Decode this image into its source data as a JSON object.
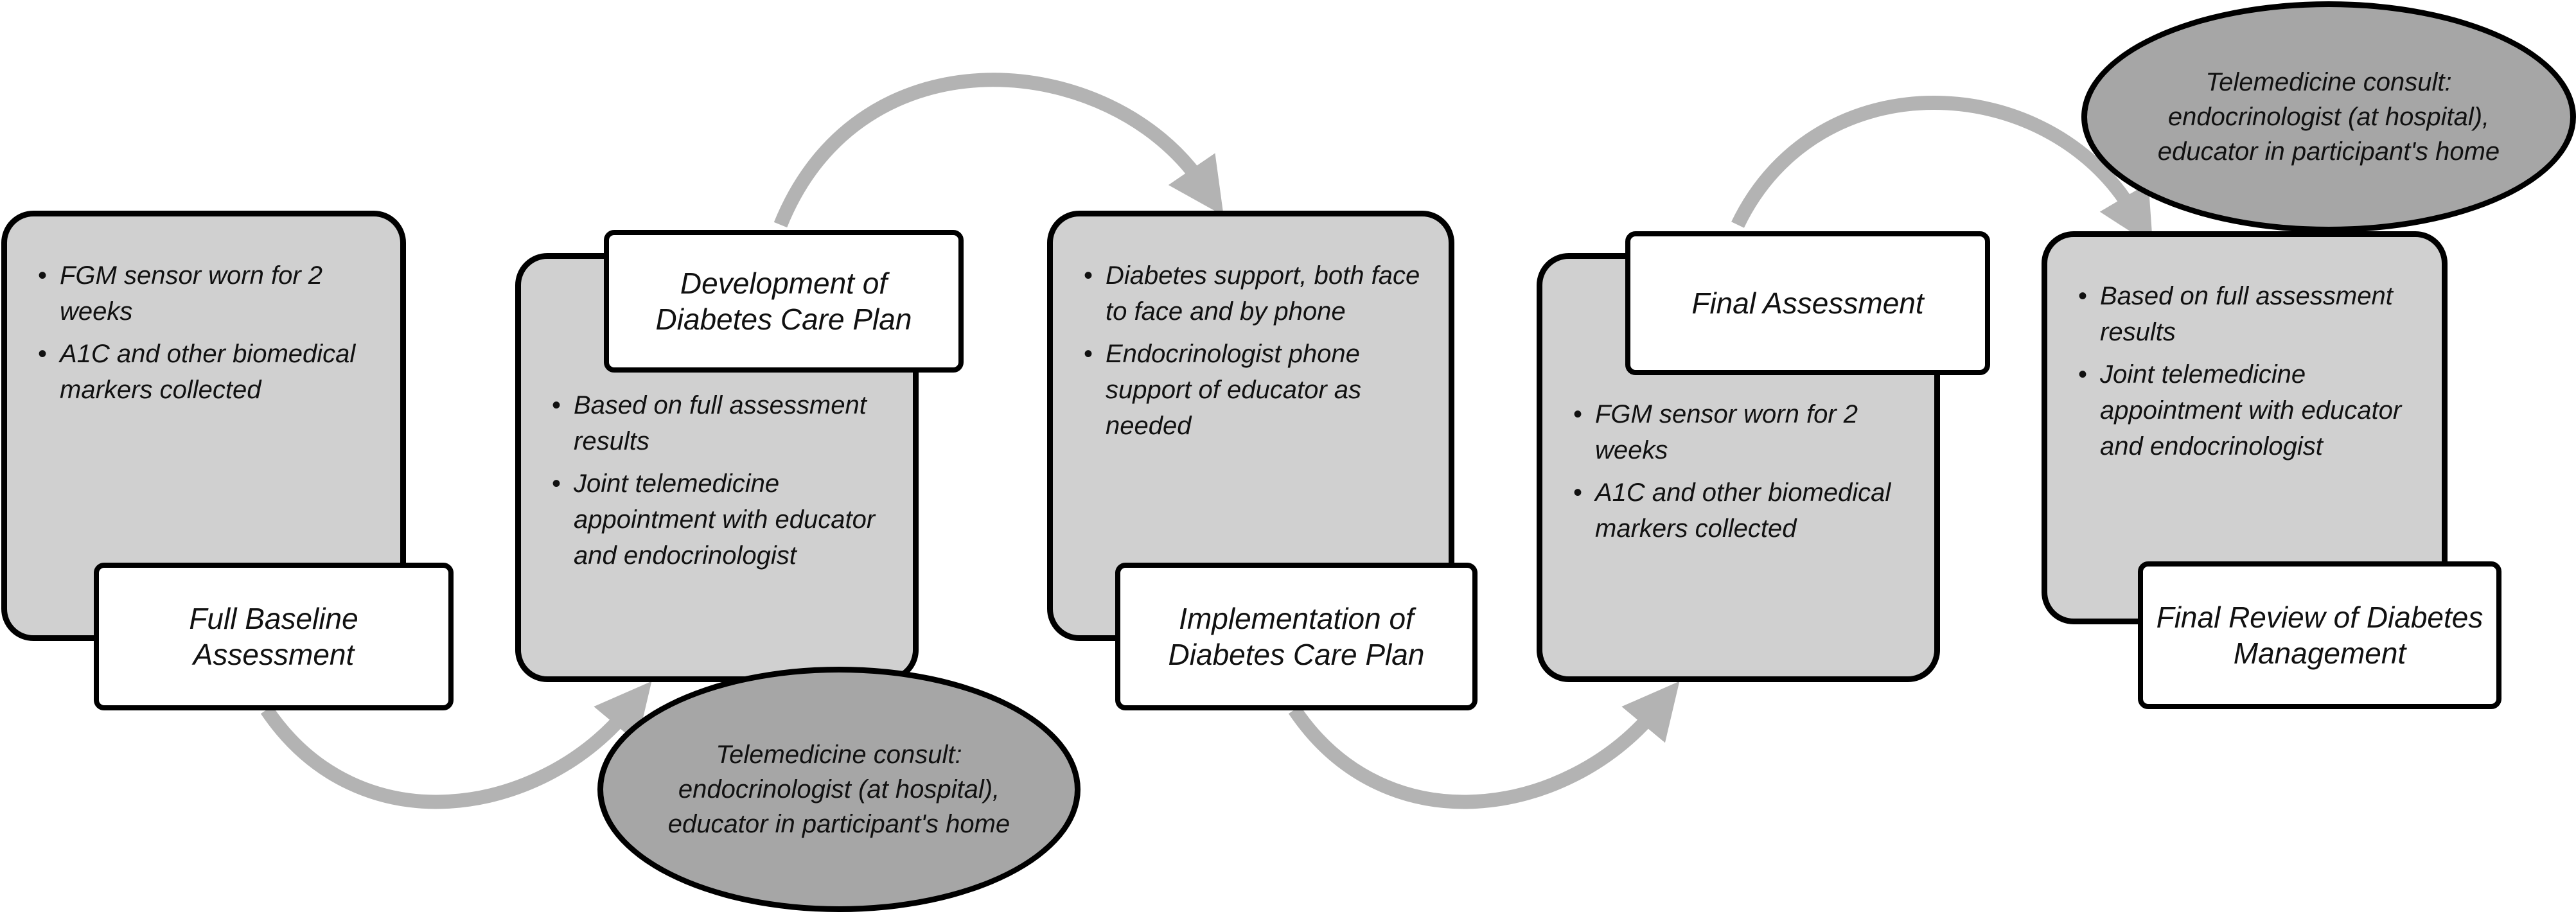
{
  "stages": [
    {
      "label": "Full Baseline Assessment",
      "bullets": [
        "FGM sensor worn for 2 weeks",
        "A1C and other biomedical markers collected"
      ]
    },
    {
      "label": "Development of Diabetes Care Plan",
      "bullets": [
        "Based on full assessment results",
        "Joint telemedicine appointment with educator and endocrinologist"
      ]
    },
    {
      "label": "Implementation of Diabetes Care Plan",
      "bullets": [
        "Diabetes support, both face to face and by phone",
        "Endocrinologist phone support of educator as needed"
      ]
    },
    {
      "label": "Final Assessment",
      "bullets": [
        "FGM sensor worn for 2 weeks",
        "A1C and other biomedical markers collected"
      ]
    },
    {
      "label": "Final Review of Diabetes Management",
      "bullets": [
        "Based on full assessment results",
        "Joint telemedicine appointment with educator and endocrinologist"
      ]
    }
  ],
  "consults": [
    {
      "text": "Telemedicine consult: endocrinologist (at hospital), educator in participant's home"
    },
    {
      "text": "Telemedicine consult: endocrinologist (at hospital), educator in participant's home"
    }
  ],
  "colors": {
    "card_fill": "#d0d0d0",
    "consult_fill": "#a6a6a6",
    "arrow": "#b3b3b3",
    "border": "#000000"
  }
}
